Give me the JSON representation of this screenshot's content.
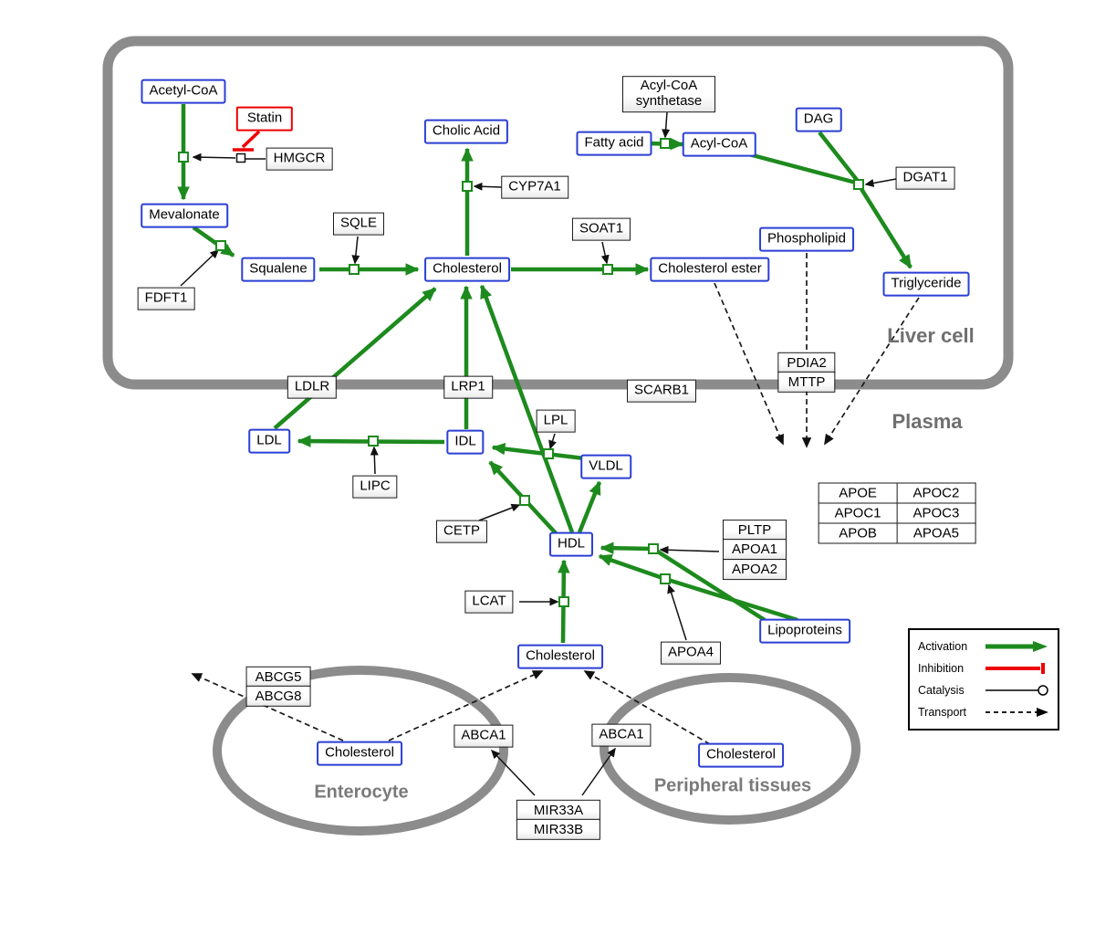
{
  "compartments": {
    "liver": "Liver cell",
    "plasma": "Plasma",
    "enterocyte": "Enterocyte",
    "peripheral": "Peripheral tissues"
  },
  "nodes": {
    "acetyl_coa": "Acetyl-CoA",
    "mevalonate": "Mevalonate",
    "squalene": "Squalene",
    "cholesterol_liver": "Cholesterol",
    "cholic_acid": "Cholic Acid",
    "fatty_acid": "Fatty acid",
    "acyl_coa": "Acyl-CoA",
    "dag": "DAG",
    "phospholipid": "Phospholipid",
    "cholesterol_ester": "Cholesterol ester",
    "triglyceride": "Triglyceride",
    "ldl": "LDL",
    "idl": "IDL",
    "vldl": "VLDL",
    "hdl": "HDL",
    "cholesterol_plasma": "Cholesterol",
    "lipoproteins": "Lipoproteins",
    "cholesterol_enterocyte": "Cholesterol",
    "cholesterol_peripheral": "Cholesterol",
    "statin": "Statin",
    "hmgcr": "HMGCR",
    "fdft1": "FDFT1",
    "sqle": "SQLE",
    "cyp7a1": "CYP7A1",
    "soat1": "SOAT1",
    "acyl_coa_synthetase": "Acyl-CoA synthetase",
    "dgat1": "DGAT1",
    "ldlr": "LDLR",
    "lrp1": "LRP1",
    "scarb1": "SCARB1",
    "pdia2": "PDIA2",
    "mttp": "MTTP",
    "lpl": "LPL",
    "lipc": "LIPC",
    "cetp": "CETP",
    "pltp": "PLTP",
    "apoa1": "APOA1",
    "apoa2": "APOA2",
    "lcat": "LCAT",
    "apoa4": "APOA4",
    "abcg5": "ABCG5",
    "abcg8": "ABCG8",
    "abca1_left": "ABCA1",
    "abca1_right": "ABCA1",
    "mir33a": "MIR33A",
    "mir33b": "MIR33B"
  },
  "apo_table": {
    "rows": [
      [
        "APOE",
        "APOC2"
      ],
      [
        "APOC1",
        "APOC3"
      ],
      [
        "APOB",
        "APOA5"
      ]
    ]
  },
  "legend": {
    "activation": "Activation",
    "inhibition": "Inhibition",
    "catalysis": "Catalysis",
    "transport": "Transport"
  },
  "colors": {
    "activation_green": "#1d8a1d",
    "inhibition_red": "#ee0000",
    "entity_blue": "#2b3fd4",
    "membrane_gray": "#8c8c8c"
  }
}
